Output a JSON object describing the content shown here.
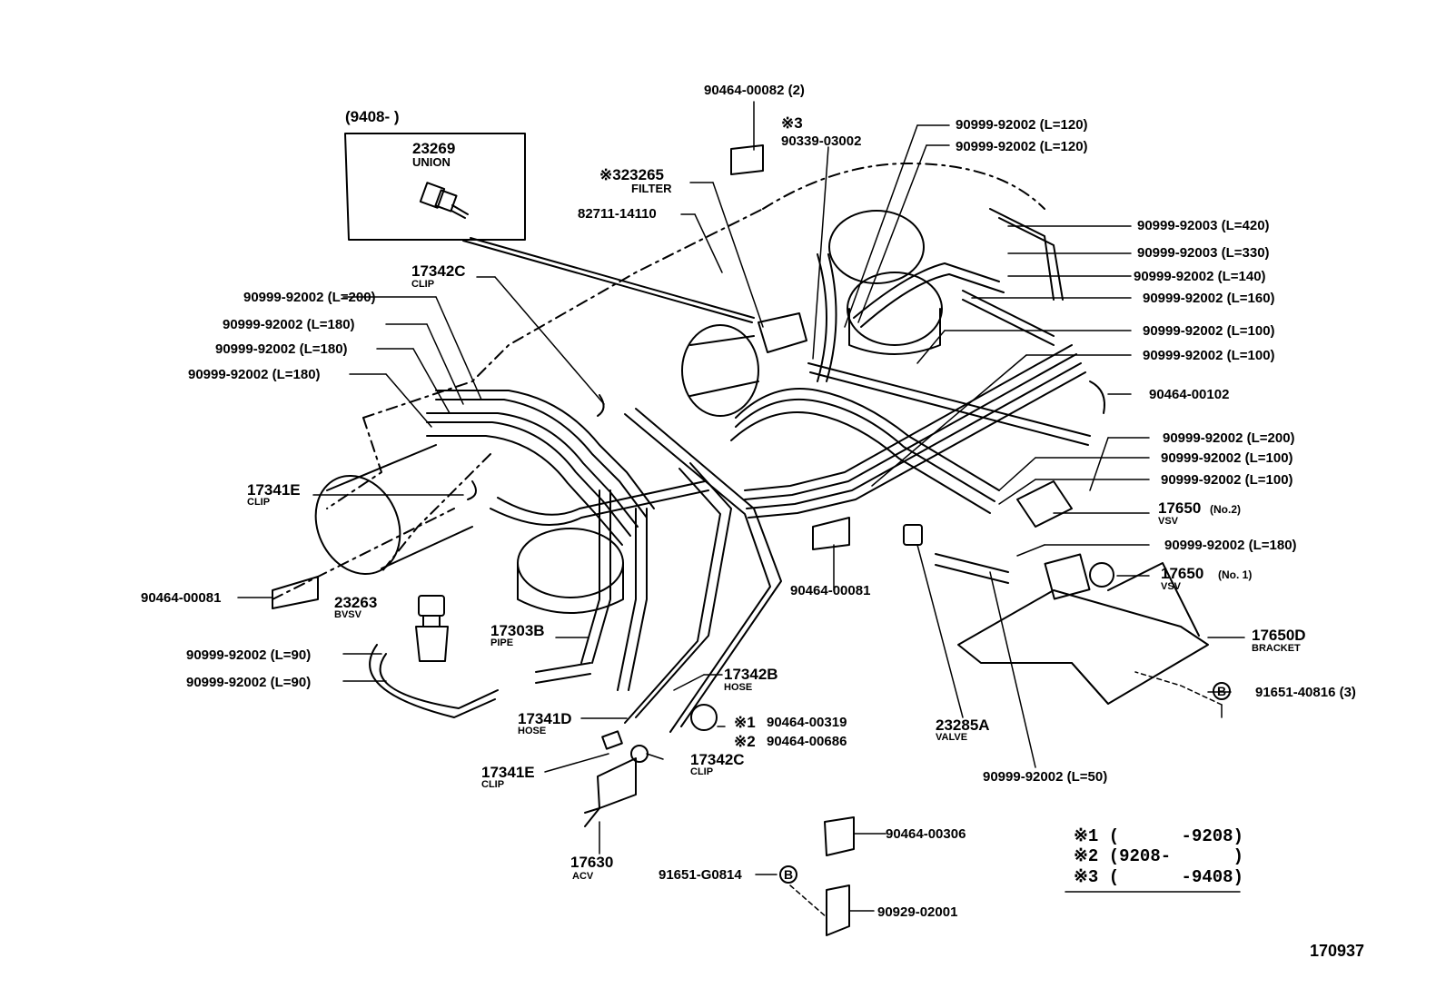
{
  "inset": {
    "header": "(9408-        )",
    "part_no": "23269",
    "part_name": "UNION"
  },
  "callouts": {
    "c01": "90464-00082 (2)",
    "c02_mark": "※3",
    "c02": "90339-03002",
    "c03": "90999-92002 (L=120)",
    "c04": "90999-92002 (L=120)",
    "c05_no": "※323265",
    "c05_name": "FILTER",
    "c06": "82711-14110",
    "c07": "90999-92003 (L=420)",
    "c08": "90999-92003 (L=330)",
    "c09": "90999-92002 (L=140)",
    "c10": "90999-92002 (L=160)",
    "c11": "90999-92002 (L=100)",
    "c12": "90999-92002 (L=100)",
    "c13_no": "17342C",
    "c13_name": "CLIP",
    "c14": "90999-92002 (L=200)",
    "c15": "90999-92002 (L=180)",
    "c16": "90999-92002 (L=180)",
    "c17": "90999-92002 (L=180)",
    "c18": "90464-00102",
    "c19": "90999-92002 (L=200)",
    "c20": "90999-92002 (L=100)",
    "c21": "90999-92002 (L=100)",
    "c22_no": "17341E",
    "c22_name": "CLIP",
    "c23_no": "17650",
    "c23_tag": "(No.2)",
    "c23_name": "VSV",
    "c24": "90999-92002 (L=180)",
    "c25": "90464-00081",
    "c26_no": "23263",
    "c26_name": "BVSV",
    "c27": "90464-00081",
    "c28_no": "17650",
    "c28_tag": "(No. 1)",
    "c28_name": "VSV",
    "c29_no": "17303B",
    "c29_name": "PIPE",
    "c30_no": "17650D",
    "c30_name": "BRACKET",
    "c31": "90999-92002 (L=90)",
    "c32": "90999-92002 (L=90)",
    "c33_no": "17342B",
    "c33_name": "HOSE",
    "c34_mark": "B",
    "c34": "91651-40816 (3)",
    "c35_no": "17341D",
    "c35_name": "HOSE",
    "c36_mark": "※1",
    "c36": "90464-00319",
    "c37_mark": "※2",
    "c37": "90464-00686",
    "c38_no": "23285A",
    "c38_name": "VALVE",
    "c39_no": "17341E",
    "c39_name": "CLIP",
    "c40_no": "17342C",
    "c40_name": "CLIP",
    "c41": "90999-92002  (L=50)",
    "c42": "90464-00306",
    "c43_no": "17630",
    "c43_name": "ACV",
    "c44_pre": "91651-G0814",
    "c44_mark": "B",
    "c45": "90929-02001"
  },
  "legend": [
    "※1 (      -9208)",
    "※2 (9208-      )",
    "※3 (      -9408)"
  ],
  "figure_number": "170937",
  "colors": {
    "ink": "#000000",
    "paper": "#ffffff"
  }
}
